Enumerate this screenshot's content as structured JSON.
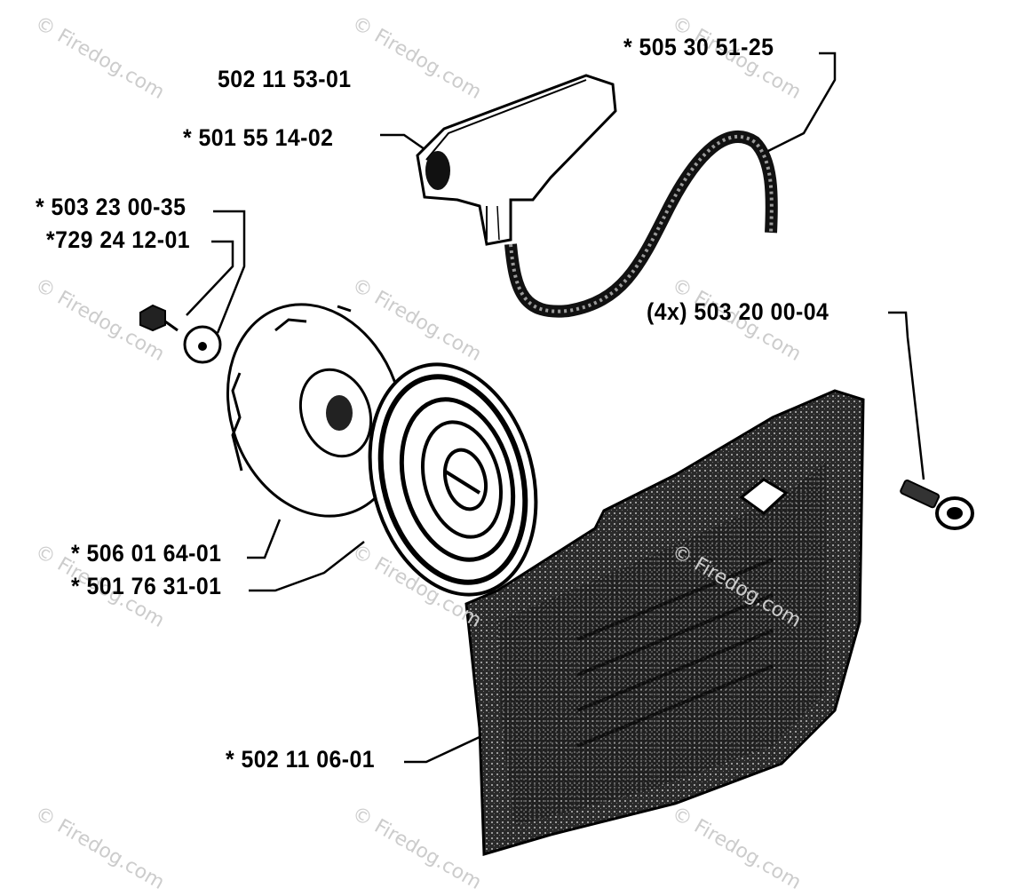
{
  "watermark": "© Firedog.com",
  "parts": [
    {
      "id": "p1",
      "label": "502 11 53-01"
    },
    {
      "id": "p2",
      "label": "*  501 55 14-02"
    },
    {
      "id": "p3",
      "label": "*  505 30 51-25"
    },
    {
      "id": "p4",
      "label": "*  503 23 00-35"
    },
    {
      "id": "p5",
      "label": "*729 24 12-01"
    },
    {
      "id": "p6",
      "label": "(4x) 503 20 00-04"
    },
    {
      "id": "p7",
      "label": "*  506 01 64-01"
    },
    {
      "id": "p8",
      "label": "*  501 76 31-01"
    },
    {
      "id": "p9",
      "label": "*  502 11 06-01"
    }
  ],
  "components": [
    "starter-handle",
    "starter-rope",
    "nut",
    "washer",
    "pulley",
    "recoil-spring",
    "starter-housing",
    "screw"
  ]
}
